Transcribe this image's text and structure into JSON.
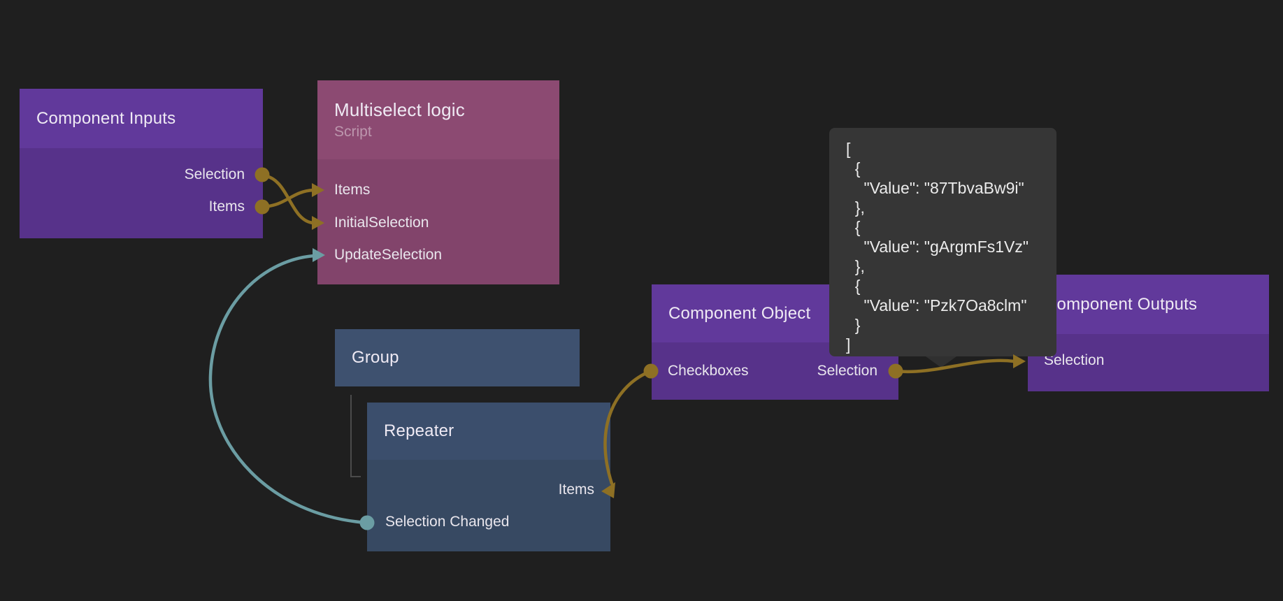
{
  "colors": {
    "background": "#1F1F1F",
    "node_purple_header": "#61399B",
    "node_purple_body": "#57328A",
    "node_maroon_header": "#8C4A72",
    "node_maroon_body": "#82446B",
    "node_blue_header": "#3B4E6C",
    "node_blue_body": "#374962",
    "wire_gold": "#8E7024",
    "wire_teal": "#6B9DA3",
    "tooltip_background": "#363636",
    "tree_line": "#4B4B4B"
  },
  "nodes": {
    "component_inputs": {
      "title": "Component Inputs",
      "ports": {
        "selection": "Selection",
        "items": "Items"
      }
    },
    "multiselect_logic": {
      "title": "Multiselect logic",
      "subtitle": "Script",
      "ports": {
        "items": "Items",
        "initial_selection": "InitialSelection",
        "update_selection": "UpdateSelection"
      }
    },
    "group": {
      "title": "Group"
    },
    "repeater": {
      "title": "Repeater",
      "ports": {
        "items": "Items",
        "selection_changed": "Selection Changed"
      }
    },
    "component_object": {
      "title": "Component Object",
      "ports": {
        "checkboxes": "Checkboxes",
        "selection": "Selection"
      }
    },
    "component_outputs": {
      "title": "Component Outputs",
      "ports": {
        "selection": "Selection"
      }
    }
  },
  "tooltip": {
    "json_text": "[\n  {\n    \"Value\": \"87TbvaBw9i\"\n  },\n  {\n    \"Value\": \"gArgmFs1Vz\"\n  },\n  {\n    \"Value\": \"Pzk7Oa8clm\"\n  }\n]"
  }
}
